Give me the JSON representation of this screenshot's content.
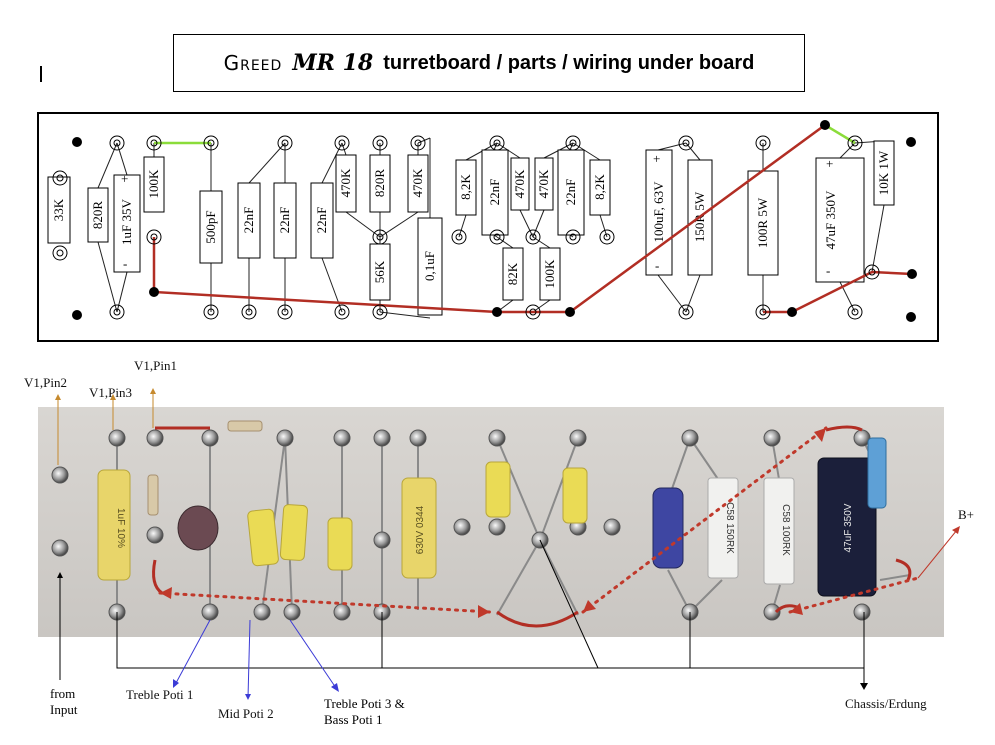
{
  "title": {
    "brand": "Greed",
    "model": "MR 18",
    "rest": "turretboard / parts / wiring under board"
  },
  "components": [
    {
      "id": "r33k",
      "value": "33K"
    },
    {
      "id": "r820a",
      "value": "820R"
    },
    {
      "id": "c1u",
      "value": "1uF 35V"
    },
    {
      "id": "r100k",
      "value": "100K"
    },
    {
      "id": "c500p",
      "value": "500pF"
    },
    {
      "id": "c22a",
      "value": "22nF"
    },
    {
      "id": "c22b",
      "value": "22nF"
    },
    {
      "id": "c22c",
      "value": "22nF"
    },
    {
      "id": "r470a",
      "value": "470K"
    },
    {
      "id": "r820b",
      "value": "820R"
    },
    {
      "id": "r470b",
      "value": "470K"
    },
    {
      "id": "r56k",
      "value": "56K"
    },
    {
      "id": "c01u",
      "value": "0,1uF"
    },
    {
      "id": "r82a",
      "value": "8,2K"
    },
    {
      "id": "c22d",
      "value": "22nF"
    },
    {
      "id": "r470c",
      "value": "470K"
    },
    {
      "id": "r470d",
      "value": "470K"
    },
    {
      "id": "c22e",
      "value": "22nF"
    },
    {
      "id": "r82b",
      "value": "8,2K"
    },
    {
      "id": "r82k",
      "value": "82K"
    },
    {
      "id": "r100kb",
      "value": "100K"
    },
    {
      "id": "c100u",
      "value": "100uF, 63V"
    },
    {
      "id": "r150",
      "value": "150R 5W"
    },
    {
      "id": "r100r",
      "value": "100R 5W"
    },
    {
      "id": "c47u",
      "value": "47uF 350V"
    },
    {
      "id": "r10k",
      "value": "10K 1W"
    }
  ],
  "polarity": {
    "plus": "+",
    "minus": "-"
  },
  "labels": {
    "v1_pin1": "V1,Pin1",
    "v1_pin2": "V1,Pin2",
    "v1_pin3": "V1,Pin3",
    "b_plus": "B+",
    "from_input": [
      "from",
      "Input"
    ],
    "treble_poti_1": "Treble Poti 1",
    "mid_poti_2": "Mid Poti 2",
    "treble_bass": [
      "Treble Poti 3 &",
      "Bass Poti 1"
    ],
    "chassis": "Chassis/Erdung"
  },
  "photo": {
    "caption_on_parts": [
      "1uF 10%",
      "630V 0344",
      "C58 150RK",
      "C58 100RK",
      "47uF 350V"
    ]
  },
  "colors": {
    "wire": "#b22e24",
    "jumper": "#8bdc3a",
    "arrow_input": "#c68a2e",
    "arrow_poti": "#3b3bd6",
    "board_bg": "#d3d0cc"
  }
}
